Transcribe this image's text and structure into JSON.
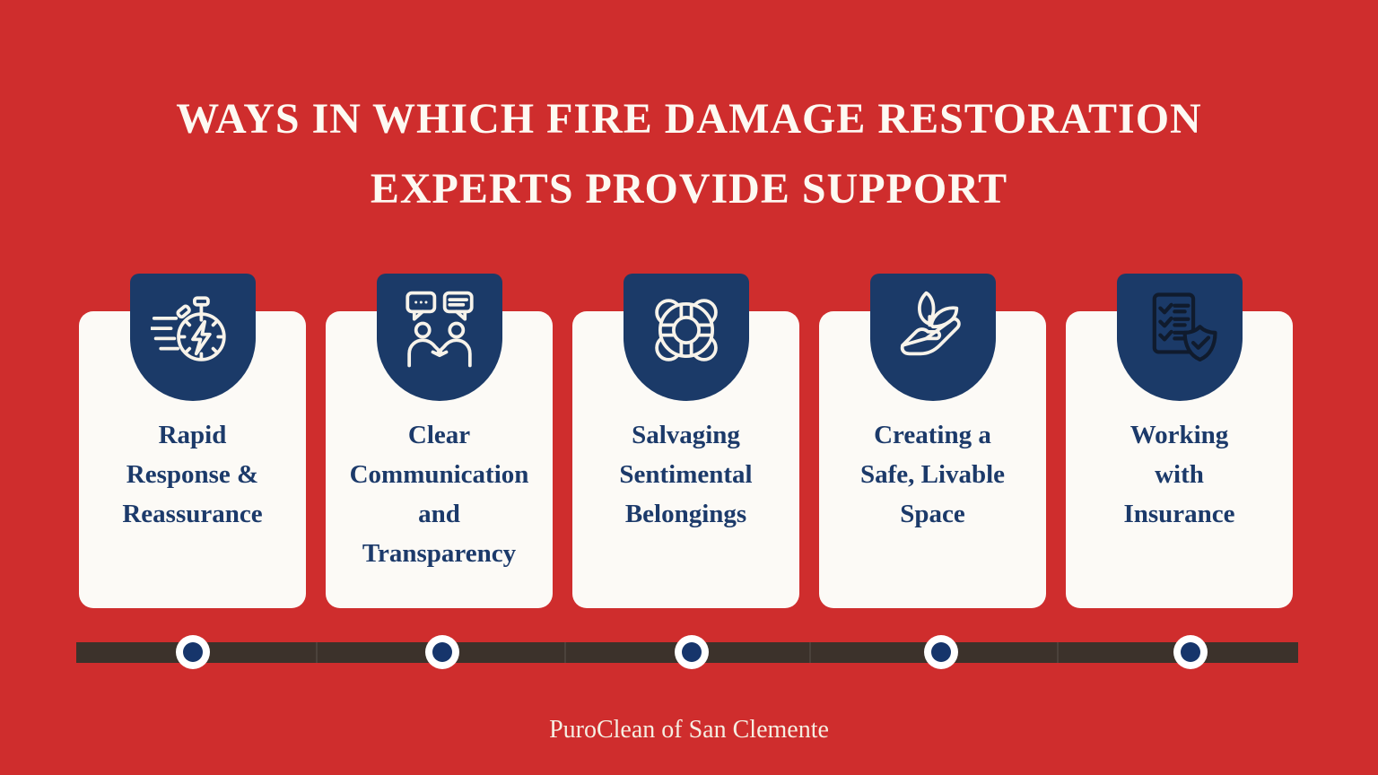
{
  "title": {
    "line1": "WAYS IN WHICH FIRE DAMAGE RESTORATION",
    "line2": "EXPERTS PROVIDE SUPPORT"
  },
  "cards": [
    {
      "icon": "speed-stopwatch-icon",
      "label": "Rapid Response & Reassurance",
      "lines": [
        "Rapid",
        "Response &",
        "Reassurance"
      ]
    },
    {
      "icon": "communication-handshake-icon",
      "label": "Clear Communication and Transparency",
      "lines": [
        "Clear",
        "Communication",
        "and",
        "Transparency"
      ]
    },
    {
      "icon": "lifebuoy-icon",
      "label": "Salvaging Sentimental Belongings",
      "lines": [
        "Salvaging",
        "Sentimental",
        "Belongings"
      ]
    },
    {
      "icon": "hand-sprout-icon",
      "label": "Creating a Safe, Livable Space",
      "lines": [
        "Creating a",
        "Safe, Livable",
        "Space"
      ]
    },
    {
      "icon": "checklist-shield-icon",
      "label": "Working with Insurance",
      "lines": [
        "Working",
        "with",
        "Insurance"
      ]
    }
  ],
  "timeline": {
    "dot_count": 5
  },
  "footer": {
    "brand": "PuroClean of San Clemente"
  },
  "colors": {
    "background_red": "#cf2d2d",
    "badge_navy": "#1b3a68",
    "card_background": "#fcfaf6",
    "card_text_navy": "#1c3a6a",
    "timeline_brown": "#3c322b",
    "dot_inner_navy": "#16356b",
    "title_white": "#fdf9f2",
    "footer_cream": "#f5eee2",
    "icon_stroke_light": "#f7f3ea",
    "icon_stroke_dark": "#101b2d"
  }
}
